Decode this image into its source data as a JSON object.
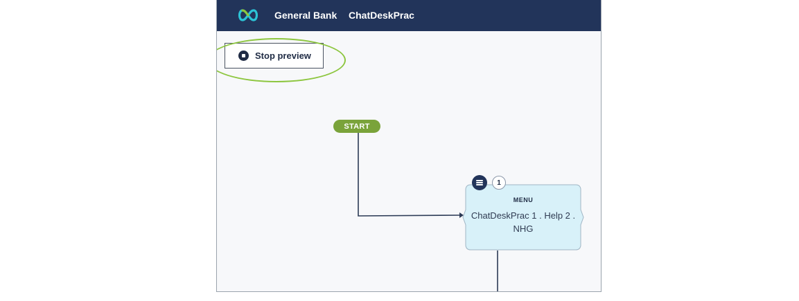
{
  "header": {
    "brand": "General Bank",
    "app_name": "ChatDeskPrac",
    "logo_icon": "infinity-logo-icon",
    "background": "#22345a"
  },
  "toolbar": {
    "stop_preview_label": "Stop preview",
    "stop_icon": "stop-circle-icon",
    "highlight_color": "#8dc63f"
  },
  "flow": {
    "start_label": "START",
    "start_color": "#7aa33a",
    "menu_node": {
      "type_label": "MENU",
      "text": "ChatDeskPrac 1 . Help 2 . NHG",
      "count": "1",
      "icon": "list-icon",
      "fill": "#d8f1f9"
    }
  }
}
